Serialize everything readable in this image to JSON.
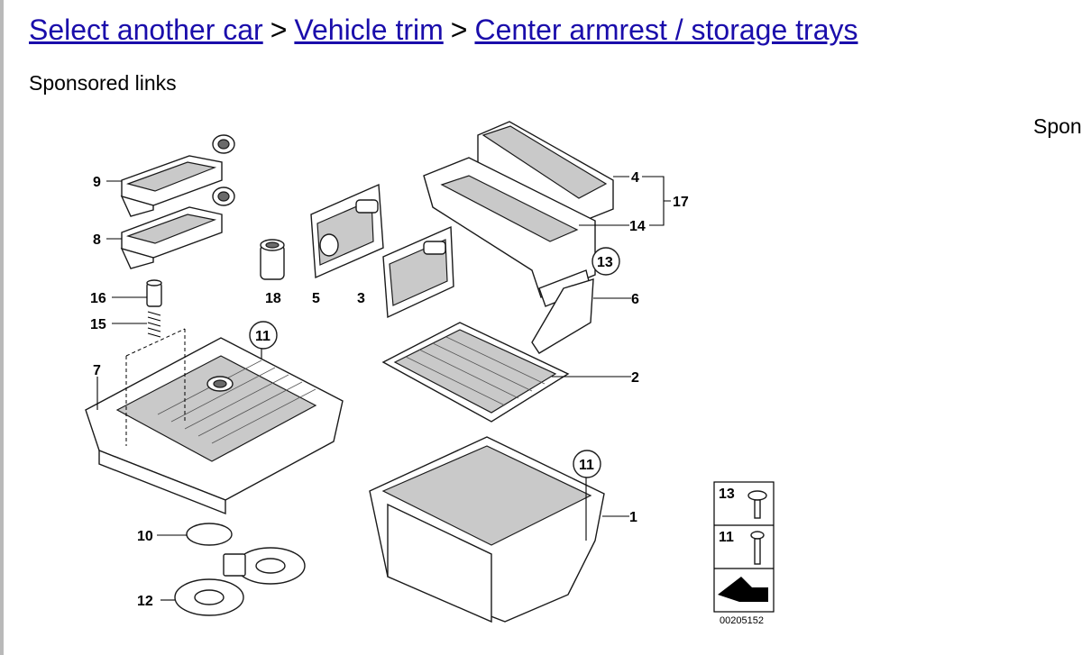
{
  "breadcrumb": {
    "items": [
      "Select another car",
      "Vehicle trim",
      "Center armrest / storage trays"
    ],
    "separator": ">"
  },
  "sponsored": {
    "left": "Sponsored links",
    "right": "Spon"
  },
  "diagram": {
    "callouts": {
      "p1": "1",
      "p2": "2",
      "p3": "3",
      "p4": "4",
      "p5": "5",
      "p6": "6",
      "p7": "7",
      "p8": "8",
      "p9": "9",
      "p10": "10",
      "p11a": "11",
      "p11b": "11",
      "p12": "12",
      "p13": "13",
      "p14": "14",
      "p15": "15",
      "p16": "16",
      "p17": "17",
      "p18": "18"
    },
    "legend": {
      "row1": "13",
      "row2": "11"
    },
    "code": "00205152"
  }
}
